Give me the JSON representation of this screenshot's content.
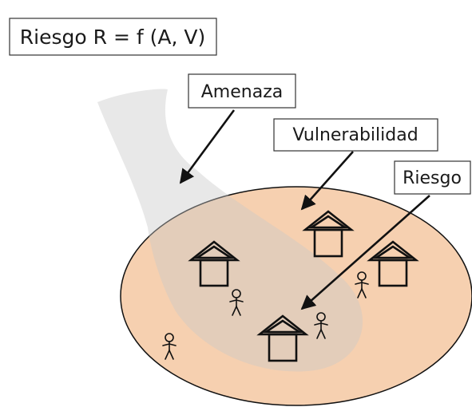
{
  "formula": "Riesgo R = f (A, V)",
  "labels": {
    "threat": "Amenaza",
    "vulnerability": "Vulnerabilidad",
    "risk": "Riesgo"
  },
  "colors": {
    "region_fill": "#f6d0b0",
    "threat_fill": "#c8c8c8",
    "stroke": "#111111",
    "box_border": "#333333"
  },
  "counts": {
    "houses": 4,
    "people": 4
  }
}
